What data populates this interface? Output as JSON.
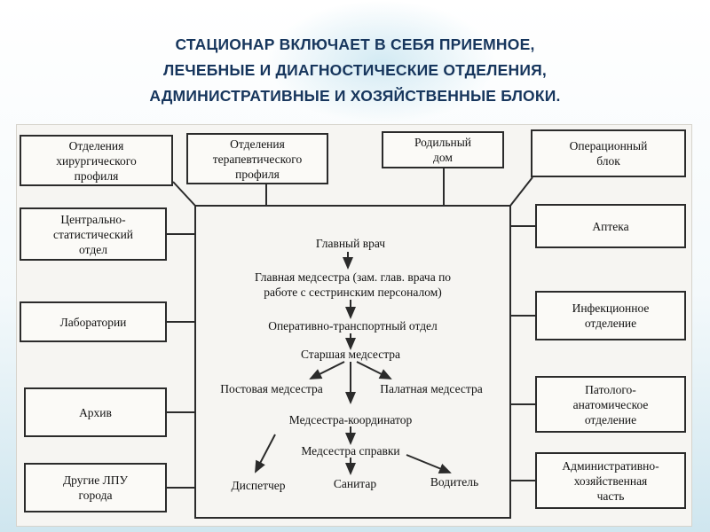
{
  "title": {
    "line1": "СТАЦИОНАР ВКЛЮЧАЕТ В СЕБЯ ПРИЕМНОЕ,",
    "line2": "ЛЕЧЕБНЫЕ И ДИАГНОСТИЧЕСКИЕ ОТДЕЛЕНИЯ,",
    "line3": "АДМИНИСТРАТИВНЫЕ И ХОЗЯЙСТВЕННЫЕ БЛОКИ."
  },
  "boxes": {
    "surgical": "Отделения\nхирургического\nпрофиля",
    "therapeutic": "Отделения\nтерапевтического\nпрофиля",
    "maternity": "Родильный\nдом",
    "operating": "Операционный\nблок",
    "statistics": "Центрально-\nстатистический\nотдел",
    "pharmacy": "Аптека",
    "laboratories": "Лаборатории",
    "infectious": "Инфекционное\nотделение",
    "archive": "Архив",
    "pathology": "Патолого-\nанатомическое\nотделение",
    "other_lpu": "Другие ЛПУ\nгорода",
    "admin": "Административно-\nхозяйственная\nчасть"
  },
  "staff": {
    "chief_doctor": "Главный врач",
    "head_nurse": "Главная медсестра (зам. глав. врача по\nработе с сестринским персоналом)",
    "transport": "Оперативно-транспортный отдел",
    "senior_nurse": "Старшая медсестра",
    "post_nurse": "Постовая медсестра",
    "ward_nurse": "Палатная медсестра",
    "coordinator": "Медсестра-координатор",
    "info_nurse": "Медсестра справки",
    "dispatcher": "Диспетчер",
    "orderly": "Санитар",
    "driver": "Водитель"
  },
  "colors": {
    "title": "#17365d",
    "lines": "#2b2b2b"
  }
}
